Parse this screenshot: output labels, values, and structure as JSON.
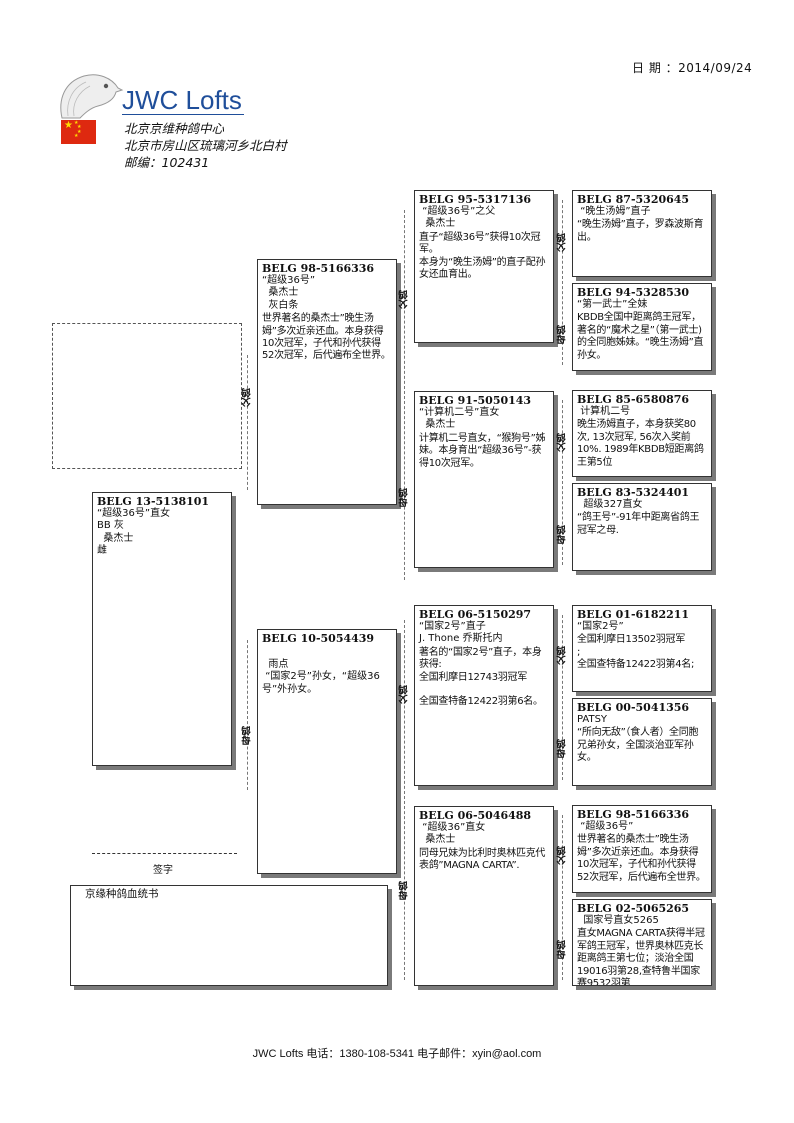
{
  "header": {
    "date_label": "日 期 ：2014/09/24",
    "brand": "JWC Lofts",
    "address_lines": [
      "北京京维种鸽中心",
      "北京市房山区琉璃河乡北白村",
      "邮编：102431"
    ]
  },
  "subject": {
    "id": "BELG 13-5138101",
    "lines": [
      "“超级36号”直女",
      "BB 灰",
      "  桑杰士",
      "雌"
    ]
  },
  "sire": {
    "id": "BELG 98-5166336",
    "lines": [
      "“超级36号”",
      "  桑杰士",
      "  灰白条"
    ],
    "desc": "世界著名的桑杰士”晚生汤姆”多次近亲还血。本身获得10次冠军，子代和孙代获得52次冠军，后代遍布全世界。"
  },
  "dam": {
    "id": "BELG 10-5054439",
    "lines": [
      "",
      "  雨点",
      " “国家2号”孙女，“超级36号”外孙女。"
    ]
  },
  "grandparents": [
    {
      "id": "BELG 95-5317136",
      "lines": [
        " “超级36号”之父",
        "  桑杰士"
      ],
      "desc": "直子“超级36号”获得10次冠军。\n本身为“晚生汤姆”的直子配孙女还血育出。"
    },
    {
      "id": "BELG 91-5050143",
      "lines": [
        "“计算机二号”直女",
        "  桑杰士"
      ],
      "desc": "计算机二号直女，“猴狗号”姊妹。本身育出“超级36号”-获得10次冠军。"
    },
    {
      "id": "BELG 06-5150297",
      "lines": [
        "“国家2号”直子",
        "J. Thone 乔斯托内"
      ],
      "desc": "著名的“国家2号”直子，本身获得:\n全国利摩日12743羽冠军\n\n全国查特备12422羽第6名。"
    },
    {
      "id": "BELG  06-5046488",
      "lines": [
        " “超级36”直女",
        "  桑杰士"
      ],
      "desc": "同母兄妹为比利时奥林匹克代表鸽”MAGNA CARTA”."
    }
  ],
  "great_grandparents": [
    {
      "id": "BELG 87-5320645",
      "lines": [
        " “晚生汤姆”直子"
      ],
      "desc": " “晚生汤姆”直子，罗森波斯育出。"
    },
    {
      "id": "BELG 94-5328530",
      "lines": [
        "“第一武士”全妹"
      ],
      "desc": "KBDB全国中距离鸽王冠军，著名的“魔术之星”（第一武士)的全同胞姊妹。“晚生汤姆”直孙女。"
    },
    {
      "id": "BELG 85-6580876",
      "lines": [
        " 计算机二号"
      ],
      "desc": "晚生汤姆直子，本身获奖80次, 13次冠军, 56次入奖前10%. 1989年KBDB短距离鸽王第5位"
    },
    {
      "id": "BELG 83-5324401",
      "lines": [
        "  超级327直女"
      ],
      "desc": " “鸽王号”-91年中距离省鸽王冠军之母."
    },
    {
      "id": "BELG 01-6182211",
      "lines": [
        "“国家2号”"
      ],
      "desc": "全国利摩日13502羽冠军\n;\n全国查特备12422羽第4名;"
    },
    {
      "id": "BELG 00-5041356",
      "lines": [
        "PATSY"
      ],
      "desc": "“所向无敌”（食人者）全同胞兄弟孙女，全国淡治亚军孙女。"
    },
    {
      "id": "BELG  98-5166336",
      "lines": [
        " “超级36号”"
      ],
      "desc": "世界著名的桑杰士”晚生汤姆”多次近亲还血。本身获得10次冠军，子代和孙代获得52次冠军，后代遍布全世界。"
    },
    {
      "id": "BELG  02-5065265",
      "lines": [
        "  国家号直女5265"
      ],
      "desc": "直女MAGNA CARTA获得半冠军鸽王冠军，世界奥林匹克长距离鸽王第七位；淡治全国19016羽第28,查特鲁半国家赛9532羽第"
    }
  ],
  "relation_labels": {
    "father": "父鸽",
    "mother": "母鸽"
  },
  "signature_label": "签字",
  "certificate_title": "京缘种鸽血统书",
  "footer": "JWC Lofts 电话：1380-108-5341  电子邮件：xyin@aol.com"
}
